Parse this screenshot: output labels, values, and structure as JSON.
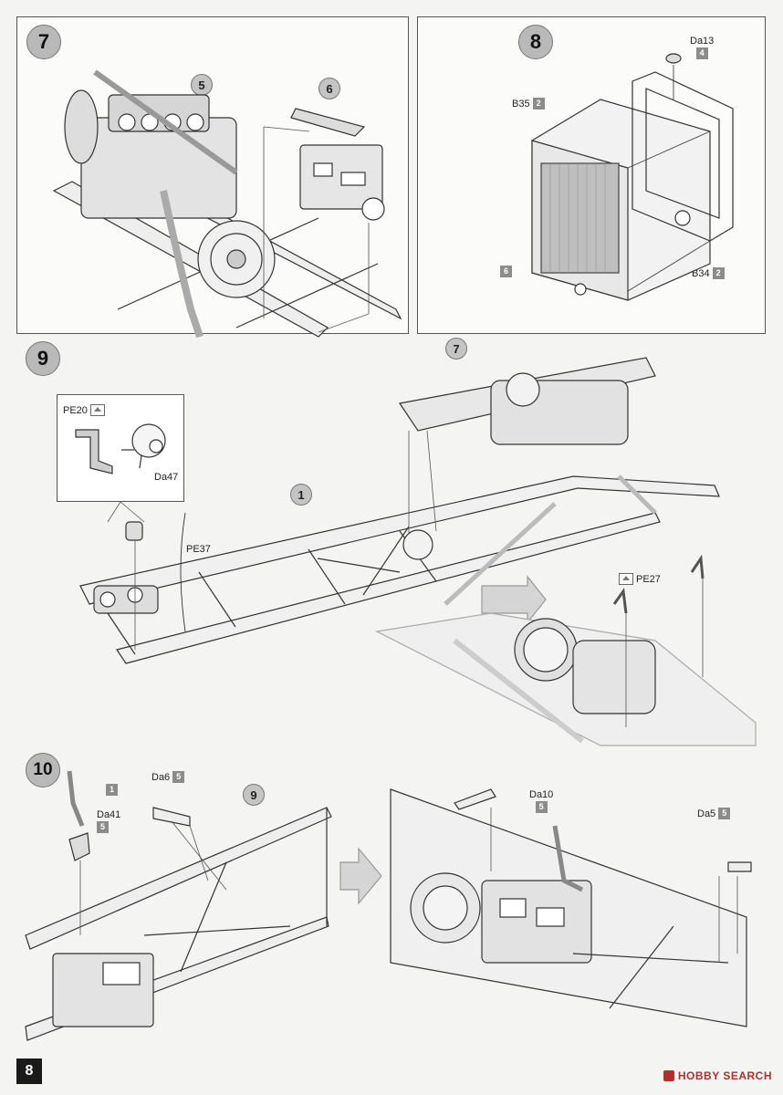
{
  "page_number": "8",
  "watermark": "HOBBY SEARCH",
  "steps": {
    "s7": "7",
    "s8": "8",
    "s9": "9",
    "s10": "10"
  },
  "callouts": {
    "c5": "5",
    "c6": "6",
    "c7": "7",
    "c1": "1",
    "c9": "9"
  },
  "parts": {
    "da13": {
      "name": "Da13",
      "sprue": "4"
    },
    "b35": {
      "name": "B35",
      "sprue": "2"
    },
    "b34": {
      "name": "B34",
      "sprue": "2"
    },
    "grille": {
      "sprue": "6"
    },
    "pe20": {
      "name": "PE20"
    },
    "da47": {
      "name": "Da47"
    },
    "pe37": {
      "name": "PE37"
    },
    "pe27": {
      "name": "PE27"
    },
    "lever": {
      "sprue": "1"
    },
    "da41": {
      "name": "Da41",
      "sprue": "5"
    },
    "da6": {
      "name": "Da6",
      "sprue": "5"
    },
    "da10": {
      "name": "Da10",
      "sprue": "5"
    },
    "da5": {
      "name": "Da5",
      "sprue": "5"
    }
  }
}
